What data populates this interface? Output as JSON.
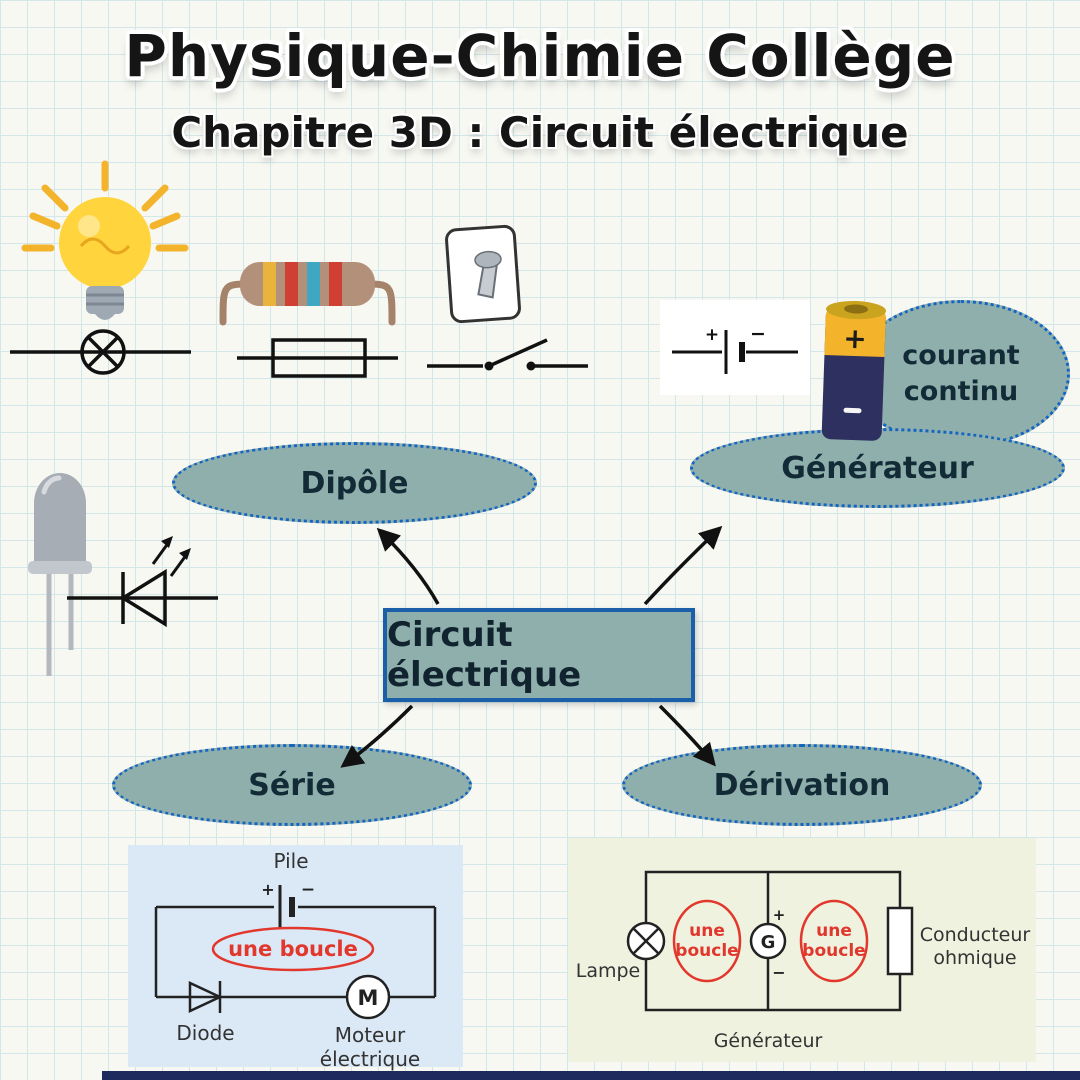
{
  "header": {
    "title": "Physique-Chimie Collège",
    "subtitle": "Chapitre 3D : Circuit électrique"
  },
  "map": {
    "center_label": "Circuit électrique",
    "dipole_label": "Dipôle",
    "generateur_label": "Générateur",
    "courant_continu_label": "courant continu",
    "serie_label": "Série",
    "derivation_label": "Dérivation"
  },
  "battery_symbol": {
    "plus": "+",
    "minus": "−"
  },
  "battery_illustration": {
    "plus": "+"
  },
  "serie_panel": {
    "pile_label": "Pile",
    "plus": "+",
    "minus": "−",
    "boucle_label": "une boucle",
    "diode_label": "Diode",
    "motor_letter": "M",
    "motor_label": "Moteur électrique"
  },
  "derivation_panel": {
    "lampe_label": "Lampe",
    "boucle_left_label": "une boucle",
    "boucle_right_label": "une boucle",
    "generator_letter": "G",
    "plus": "+",
    "minus": "−",
    "conducteur_label": "Conducteur ohmique",
    "generateur_label": "Générateur"
  },
  "colors": {
    "node_fill": "#8fafac",
    "node_border_blue": "#1565c0",
    "center_border_blue": "#1a5fa8",
    "boucle_red": "#e2372c",
    "serie_panel_bg": "#dbe9f7",
    "derivation_panel_bg": "#eef2df"
  }
}
